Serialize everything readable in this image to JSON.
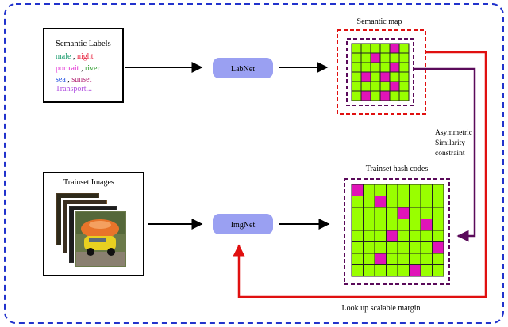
{
  "labels_box": {
    "title": "Semantic Labels",
    "lines": [
      [
        {
          "text": "male",
          "color": "#1a9c6e"
        },
        {
          "text": " , ",
          "color": "#000000"
        },
        {
          "text": "night",
          "color": "#e8203c"
        }
      ],
      [
        {
          "text": "portrait",
          "color": "#e020d0"
        },
        {
          "text": " , ",
          "color": "#000000"
        },
        {
          "text": "river",
          "color": "#2e9c2e"
        }
      ],
      [
        {
          "text": "sea",
          "color": "#2050e0"
        },
        {
          "text": " , ",
          "color": "#000000"
        },
        {
          "text": "sunset",
          "color": "#b02070"
        }
      ],
      [
        {
          "text": "Transport...",
          "color": "#b050e0"
        }
      ]
    ]
  },
  "images_box": {
    "title": "Trainset Images"
  },
  "labnet": {
    "label": "LabNet"
  },
  "imgnet": {
    "label": "ImgNet"
  },
  "semantic_map": {
    "title": "Semantic map",
    "rows": 6,
    "cols": 6,
    "magenta_cells": [
      [
        0,
        4
      ],
      [
        1,
        2
      ],
      [
        2,
        4
      ],
      [
        3,
        1
      ],
      [
        3,
        3
      ],
      [
        4,
        4
      ],
      [
        5,
        1
      ],
      [
        5,
        3
      ]
    ]
  },
  "hash_codes": {
    "title": "Trainset hash codes",
    "rows": 8,
    "cols": 8,
    "magenta_cells": [
      [
        0,
        0
      ],
      [
        1,
        2
      ],
      [
        2,
        4
      ],
      [
        3,
        6
      ],
      [
        4,
        3
      ],
      [
        5,
        7
      ],
      [
        6,
        2
      ],
      [
        7,
        5
      ]
    ]
  },
  "asym_label": {
    "lines": [
      "Asymmetric",
      "Similarity",
      "constraint"
    ]
  },
  "margin_label": "Look up scalable margin",
  "colors": {
    "outer_border": "#2233cc",
    "net_fill": "#9aa0f2",
    "cell_green": "#99ff00",
    "cell_magenta": "#e014b8",
    "red": "#e01010",
    "purple": "#5a0a5a"
  }
}
